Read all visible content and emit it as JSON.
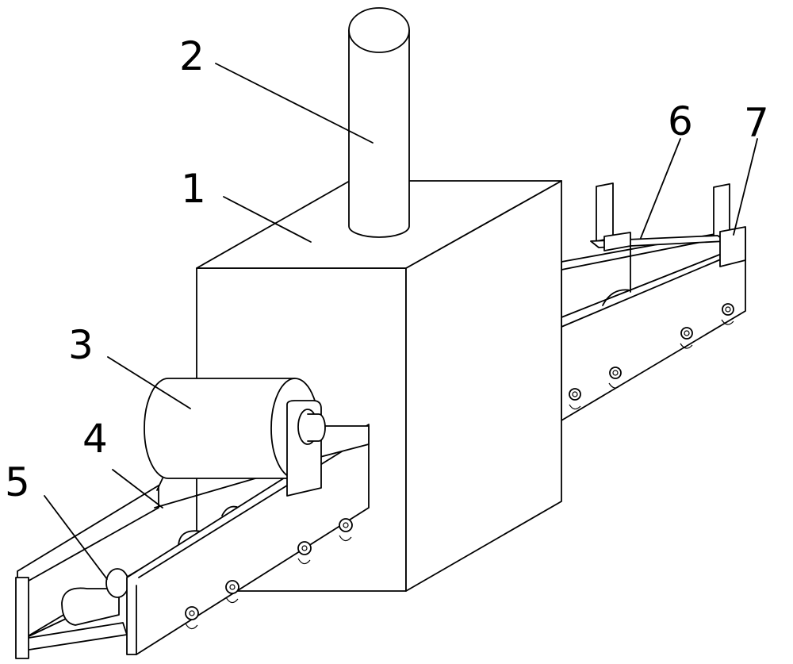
{
  "diagram": {
    "labels": [
      {
        "id": "1",
        "text": "1"
      },
      {
        "id": "2",
        "text": "2"
      },
      {
        "id": "3",
        "text": "3"
      },
      {
        "id": "4",
        "text": "4"
      },
      {
        "id": "5",
        "text": "5"
      },
      {
        "id": "6",
        "text": "6"
      },
      {
        "id": "7",
        "text": "7"
      }
    ]
  }
}
